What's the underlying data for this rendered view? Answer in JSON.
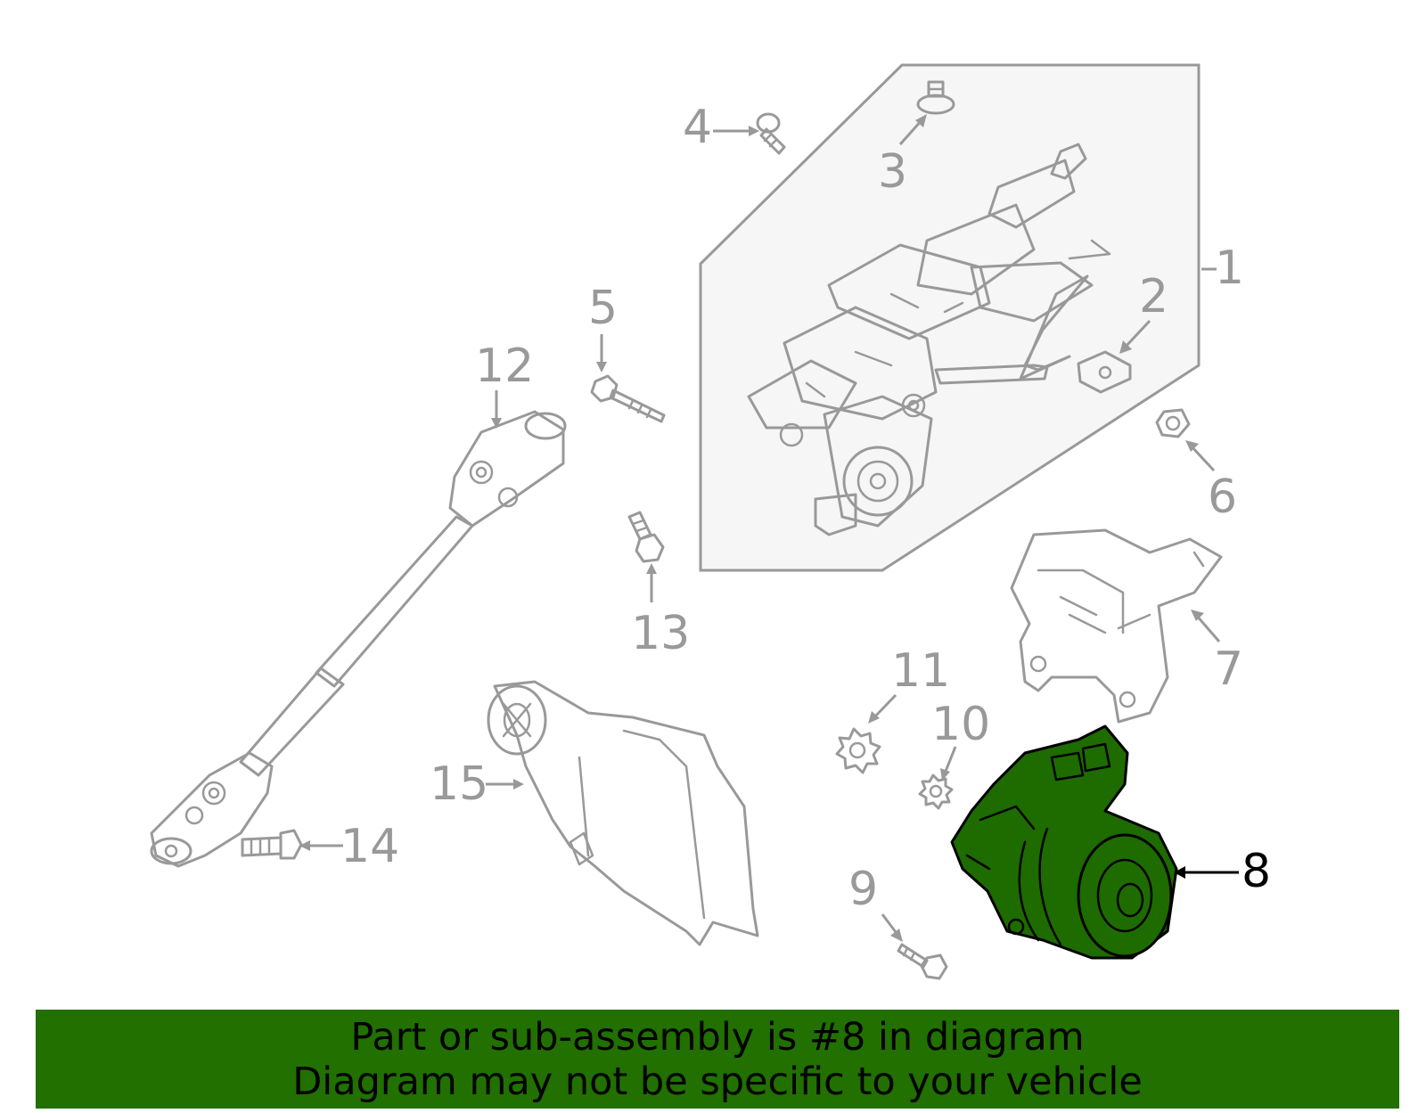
{
  "callouts": [
    {
      "id": "1",
      "label": "1"
    },
    {
      "id": "2",
      "label": "2"
    },
    {
      "id": "3",
      "label": "3"
    },
    {
      "id": "4",
      "label": "4"
    },
    {
      "id": "5",
      "label": "5"
    },
    {
      "id": "6",
      "label": "6"
    },
    {
      "id": "7",
      "label": "7"
    },
    {
      "id": "8",
      "label": "8"
    },
    {
      "id": "9",
      "label": "9"
    },
    {
      "id": "10",
      "label": "10"
    },
    {
      "id": "11",
      "label": "11"
    },
    {
      "id": "12",
      "label": "12"
    },
    {
      "id": "13",
      "label": "13"
    },
    {
      "id": "14",
      "label": "14"
    },
    {
      "id": "15",
      "label": "15"
    }
  ],
  "highlighted_part": "8",
  "banner": {
    "line1": "Part or sub-assembly is #8 in diagram",
    "line2": "Diagram may not be specific to your vehicle"
  },
  "colors": {
    "highlight": "#1e6b00",
    "banner": "#217000",
    "line_art": "#999999"
  }
}
